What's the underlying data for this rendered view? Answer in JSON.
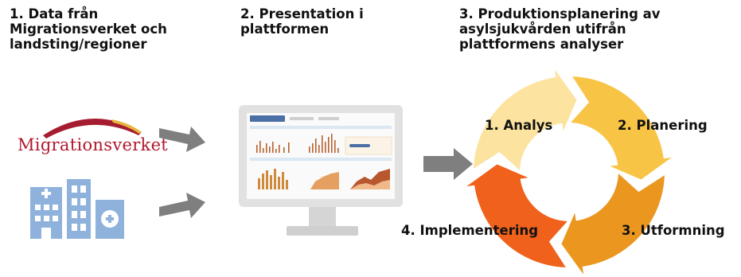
{
  "headings": {
    "step1": "1. Data från\nMigrationsverket och\nlandsting/regioner",
    "step2": "2. Presentation i\nplattformen",
    "step3": "3. Produktionsplanering av\nasylsjukvården utifrån\nplattformens analyser"
  },
  "logo": {
    "text": "Migrationsverket",
    "arc_color": "#a51c30",
    "arc_accent": "#e8b53a"
  },
  "cycle": {
    "labels": [
      "1. Analys",
      "2. Planering",
      "3. Utformning",
      "4. Implementering"
    ],
    "colors": [
      "#fde3a0",
      "#f8c446",
      "#ea961f",
      "#f0611c"
    ]
  },
  "colors": {
    "arrow": "#7f7f7f",
    "building": "#8fb2dd",
    "monitor": "#e1e1e1"
  }
}
